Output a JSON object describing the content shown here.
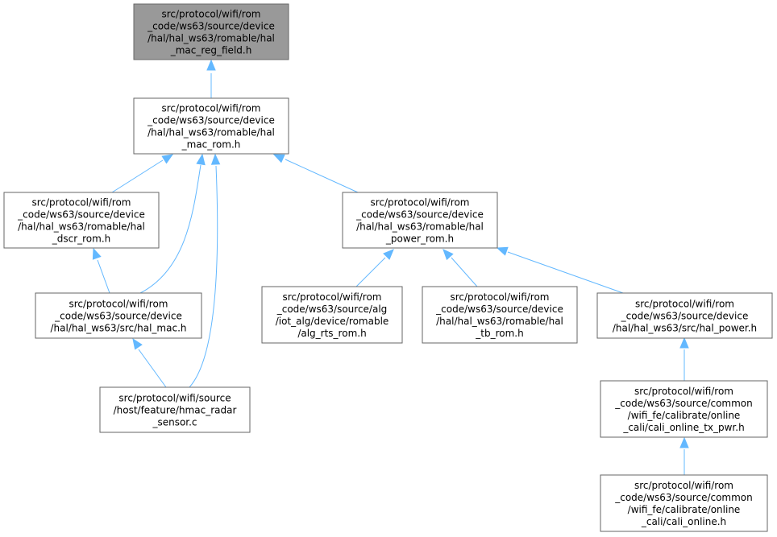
{
  "nodes": {
    "hal_mac_reg_field": {
      "lines": [
        "src/protocol/wifi/rom",
        "_code/ws63/source/device",
        "/hal/hal_ws63/romable/hal",
        "_mac_reg_field.h"
      ],
      "highlighted": true
    },
    "hal_mac_rom": {
      "lines": [
        "src/protocol/wifi/rom",
        "_code/ws63/source/device",
        "/hal/hal_ws63/romable/hal",
        "_mac_rom.h"
      ]
    },
    "hal_dscr_rom": {
      "lines": [
        "src/protocol/wifi/rom",
        "_code/ws63/source/device",
        "/hal/hal_ws63/romable/hal",
        "_dscr_rom.h"
      ]
    },
    "hal_power_rom": {
      "lines": [
        "src/protocol/wifi/rom",
        "_code/ws63/source/device",
        "/hal/hal_ws63/romable/hal",
        "_power_rom.h"
      ]
    },
    "hal_mac": {
      "lines": [
        "src/protocol/wifi/rom",
        "_code/ws63/source/device",
        "/hal/hal_ws63/src/hal_mac.h"
      ]
    },
    "alg_rts_rom": {
      "lines": [
        "src/protocol/wifi/rom",
        "_code/ws63/source/alg",
        "/iot_alg/device/romable",
        "/alg_rts_rom.h"
      ]
    },
    "hal_tb_rom": {
      "lines": [
        "src/protocol/wifi/rom",
        "_code/ws63/source/device",
        "/hal/hal_ws63/romable/hal",
        "_tb_rom.h"
      ]
    },
    "hal_power": {
      "lines": [
        "src/protocol/wifi/rom",
        "_code/ws63/source/device",
        "/hal/hal_ws63/src/hal_power.h"
      ]
    },
    "hmac_radar_sensor": {
      "lines": [
        "src/protocol/wifi/source",
        "/host/feature/hmac_radar",
        "_sensor.c"
      ]
    },
    "cali_online_tx_pwr": {
      "lines": [
        "src/protocol/wifi/rom",
        "_code/ws63/source/common",
        "/wifi_fe/calibrate/online",
        "_cali/cali_online_tx_pwr.h"
      ]
    },
    "cali_online": {
      "lines": [
        "src/protocol/wifi/rom",
        "_code/ws63/source/common",
        "/wifi_fe/calibrate/online",
        "_cali/cali_online.h"
      ]
    }
  },
  "edges": [
    {
      "from": "hal_mac_rom",
      "to": "hal_mac_reg_field"
    },
    {
      "from": "hal_dscr_rom",
      "to": "hal_mac_rom"
    },
    {
      "from": "hal_mac",
      "to": "hal_mac_rom"
    },
    {
      "from": "hmac_radar_sensor",
      "to": "hal_mac_rom"
    },
    {
      "from": "hal_power_rom",
      "to": "hal_mac_rom"
    },
    {
      "from": "hal_mac",
      "to": "hal_dscr_rom"
    },
    {
      "from": "hmac_radar_sensor",
      "to": "hal_mac"
    },
    {
      "from": "alg_rts_rom",
      "to": "hal_power_rom"
    },
    {
      "from": "hal_tb_rom",
      "to": "hal_power_rom"
    },
    {
      "from": "hal_power",
      "to": "hal_power_rom"
    },
    {
      "from": "cali_online_tx_pwr",
      "to": "hal_power"
    },
    {
      "from": "cali_online",
      "to": "cali_online_tx_pwr"
    }
  ],
  "colors": {
    "edge": "#63b8ff",
    "node_border": "#666666",
    "root_fill": "#999999",
    "node_fill": "#ffffff"
  }
}
